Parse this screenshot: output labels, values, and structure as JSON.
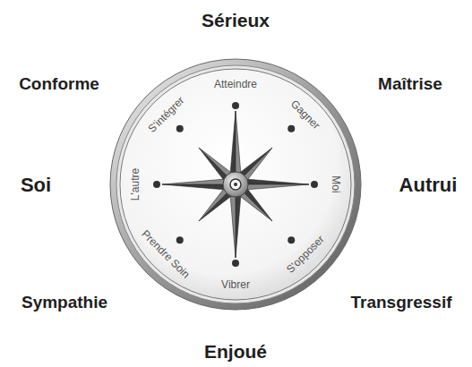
{
  "diagram": {
    "nodes": [
      {
        "text": [
          "Atteindre",
          "Gagner",
          "Moi",
          "S'opposer",
          "Vibrer",
          "Prendre Soin",
          "L'autre",
          "S'intégrer"
        ]
      }
    ],
    "labels": [
      "Sérieux",
      "Conforme",
      "Maîtrise",
      "Soi",
      "Autrui",
      "Sympathie",
      "Transgressif",
      "Enjoué"
    ]
  }
}
